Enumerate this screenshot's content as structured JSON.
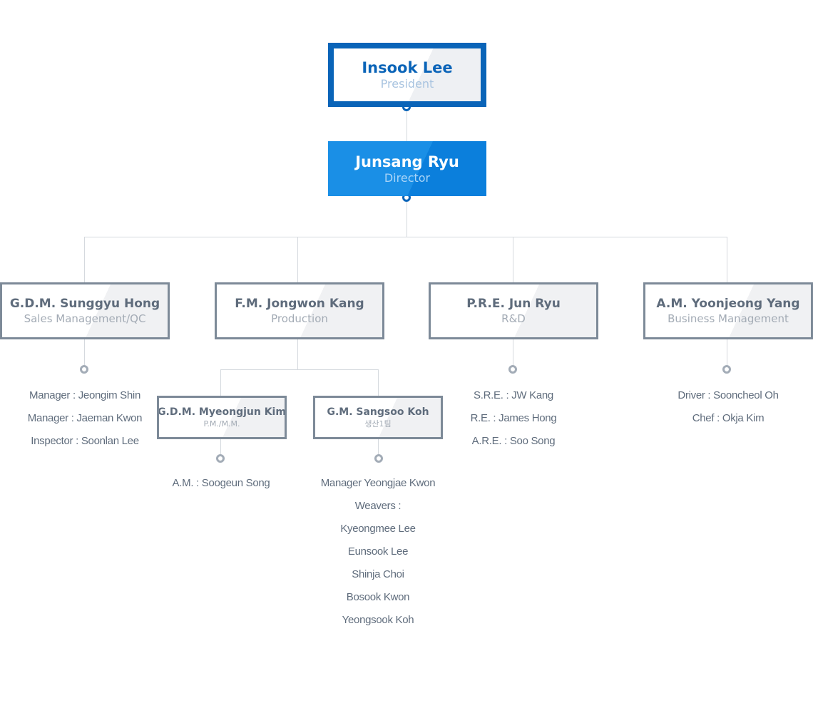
{
  "president": {
    "name": "Insook Lee",
    "role": "President"
  },
  "director": {
    "name": "Junsang Ryu",
    "role": "Director"
  },
  "departments": [
    {
      "name": "G.D.M. Sunggyu Hong",
      "role": "Sales Management/QC",
      "members": [
        "Manager : Jeongim Shin",
        "Manager : Jaeman Kwon",
        "Inspector : Soonlan Lee"
      ]
    },
    {
      "name": "F.M. Jongwon Kang",
      "role": "Production",
      "subteams": [
        {
          "name": "G.D.M. Myeongjun Kim",
          "role": "P.M./M.M.",
          "members": [
            "A.M. : Soogeun Song"
          ]
        },
        {
          "name": "G.M. Sangsoo Koh",
          "role": "생산1팀",
          "members": [
            "Manager Yeongjae Kwon",
            "Weavers :",
            "Kyeongmee Lee",
            "Eunsook Lee",
            "Shinja Choi",
            "Bosook Kwon",
            "Yeongsook Koh"
          ]
        }
      ]
    },
    {
      "name": "P.R.E. Jun Ryu",
      "role": "R&D",
      "members": [
        "S.R.E. : JW Kang",
        "R.E. : James Hong",
        "A.R.E. : Soo Song"
      ]
    },
    {
      "name": "A.M. Yoonjeong Yang",
      "role": "Business Management",
      "members": [
        "Driver : Sooncheol Oh",
        "Chef : Okja Kim"
      ]
    }
  ],
  "colors": {
    "primary_blue": "#0a64b8",
    "director_blue": "#1a8fe6",
    "box_border": "#7d8a98",
    "text": "#5f6c7c",
    "connector": "#d5d9de"
  }
}
